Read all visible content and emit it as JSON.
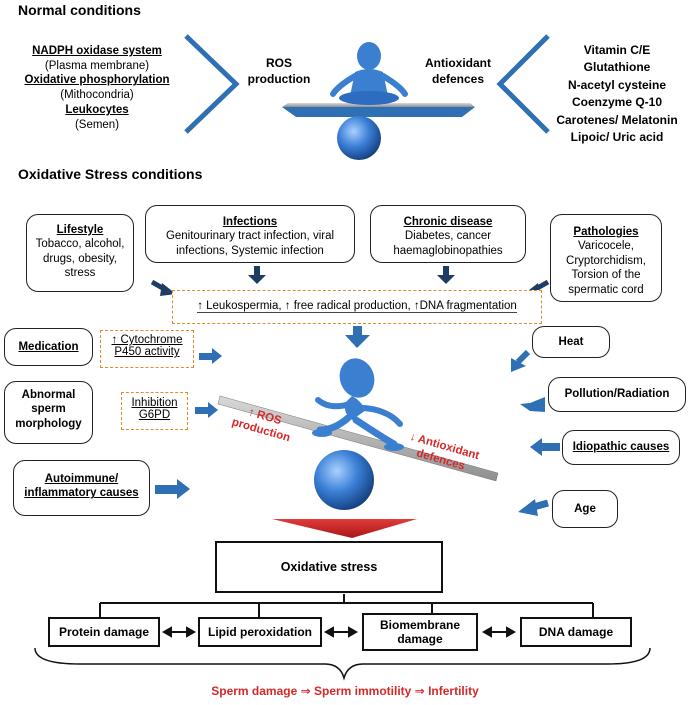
{
  "sections": {
    "normal_title": "Normal conditions",
    "stress_title": "Oxidative Stress conditions"
  },
  "normal": {
    "left": [
      {
        "label": "NADPH oxidase system",
        "sub": "(Plasma membrane)"
      },
      {
        "label": "Oxidative phosphorylation",
        "sub": "(Mithocondria)"
      },
      {
        "label": "Leukocytes",
        "sub": "(Semen)"
      }
    ],
    "ros_label": "ROS production",
    "antioxidant_label": "Antioxidant defences",
    "right": [
      "Vitamin C/E",
      "Glutathione",
      "N-acetyl cysteine",
      "Coenzyme Q-10",
      "Carotenes/ Melatonin",
      "Lipoic/ Uric acid"
    ]
  },
  "causes": {
    "lifestyle": {
      "title": "Lifestyle",
      "text": "Tobacco, alcohol, drugs, obesity, stress"
    },
    "infections": {
      "title": "Infections",
      "text": "Genitourinary tract infection, viral infections, Systemic infection"
    },
    "chronic": {
      "title": "Chronic disease",
      "text": "Diabetes, cancer haemaglobinopathies"
    },
    "pathologies": {
      "title": "Pathologies",
      "text": "Varicocele, Cryptorchidism, Torsion of the spermatic cord"
    },
    "medication": "Medication",
    "cytochrome": "↑ Cytochrome P450 activity",
    "abnormal": "Abnormal sperm morphology",
    "inhibition": "Inhibition G6PD",
    "autoimmune": "Autoimmune/ inflammatory causes",
    "heat": "Heat",
    "pollution": "Pollution/Radiation",
    "idiopathic": "Idiopathic causes",
    "age": "Age"
  },
  "middle_effects": "↑ Leukospermia, ↑ free radical production, ↑DNA fragmentation",
  "seesaw": {
    "ros": "↑ ROS production",
    "antioxidant": "↓ Antioxidant defences"
  },
  "outcome": {
    "oxidative_stress": "Oxidative stress",
    "damages": [
      "Protein damage",
      "Lipid peroxidation",
      "Biomembrane damage",
      "DNA damage"
    ],
    "final": "Sperm damage ⇒ Sperm immotility ⇒ Infertility"
  },
  "colors": {
    "arrow_blue": "#2f6fb3",
    "dark_arrow": "#1f3d63",
    "red": "#d62828",
    "dash_orange": "#e08a2a",
    "figure_blue": "#3a7fd0"
  }
}
